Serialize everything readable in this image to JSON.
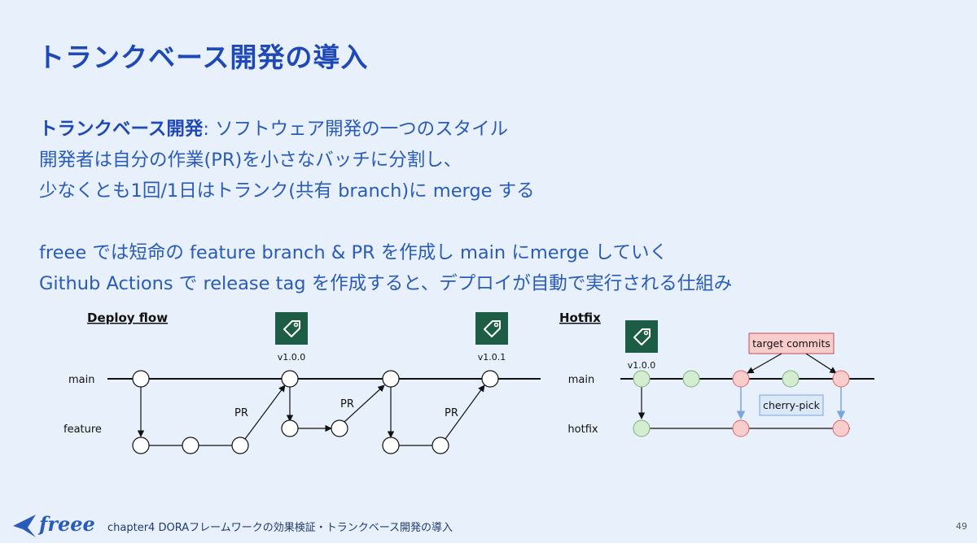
{
  "slide": {
    "title": "トランクベース開発の導入",
    "intro": {
      "term": "トランクベース開発",
      "definition": ": ソフトウェア開発の一つのスタイル",
      "line2": "開発者は自分の作業(PR)を小さなバッチに分割し、",
      "line3": "少なくとも1回/1日はトランク(共有 branch)に merge する"
    },
    "freee_lines": [
      "freee では短命の feature branch & PR を作成し main にmerge していく",
      "Github Actions で release tag を作成すると、デプロイが自動で実行される仕組み"
    ]
  },
  "deploy_flow": {
    "title": "Deploy flow",
    "branch_main": "main",
    "branch_feature": "feature",
    "tag_1": "v1.0.0",
    "tag_2": "v1.0.1",
    "pr_label": "PR"
  },
  "hotfix": {
    "title": "Hotfix",
    "branch_main": "main",
    "branch_hotfix": "hotfix",
    "tag": "v1.0.0",
    "target_commits": "target commits",
    "cherry_pick": "cherry-pick"
  },
  "colors": {
    "tag_bg": "#1d5c45",
    "green_commit": "#d4ecd0",
    "red_commit": "#f8cdcc",
    "brand": "#2a5bb9"
  },
  "footer": {
    "logo": "freee",
    "text": "chapter4 DORAフレームワークの効果検証・トランクベース開発の導入",
    "page": "49"
  }
}
